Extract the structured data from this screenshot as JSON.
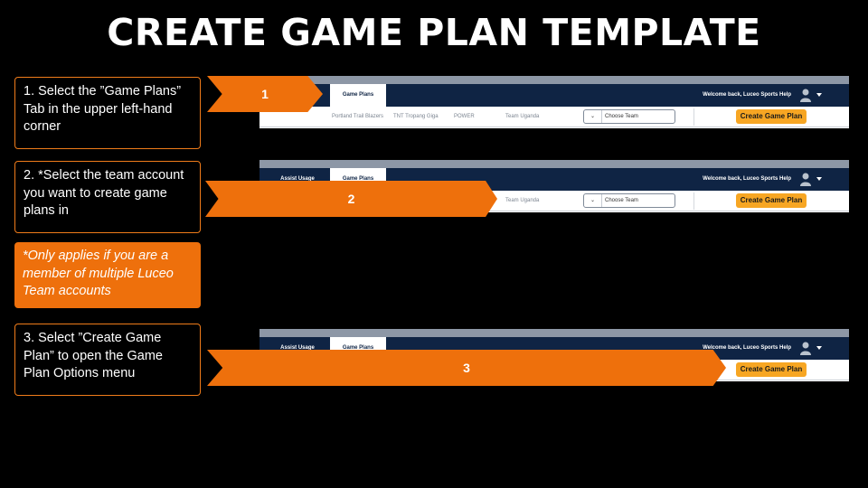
{
  "title": "CREATE GAME PLAN TEMPLATE",
  "steps": [
    {
      "text": "1. Select the ”Game Plans” Tab in the upper left-hand corner"
    },
    {
      "text": "2. *Select the team account you want to create game plans in"
    },
    {
      "text": "3. Select ”Create Game Plan” to open the Game Plan Options menu"
    }
  ],
  "note": "*Only applies if you are a member of multiple Luceo Team accounts",
  "arrows": [
    "1",
    "2",
    "3"
  ],
  "app": {
    "tab_assist": "Assist Usage",
    "tab_gameplans": "Game Plans",
    "welcome": "Welcome back, Luceo Sports Help",
    "teams": [
      "Portland Trail Blazers",
      "TNT Tropang Giga",
      "POWER",
      "Team Uganda"
    ],
    "team_select": "Choose Team",
    "create_button": "Create Game Plan",
    "user_icon": "user-avatar-icon",
    "caret_icon": "caret-down-icon"
  },
  "colors": {
    "accent": "#ee700c",
    "navbar": "#0f2444",
    "button": "#f7a623"
  }
}
